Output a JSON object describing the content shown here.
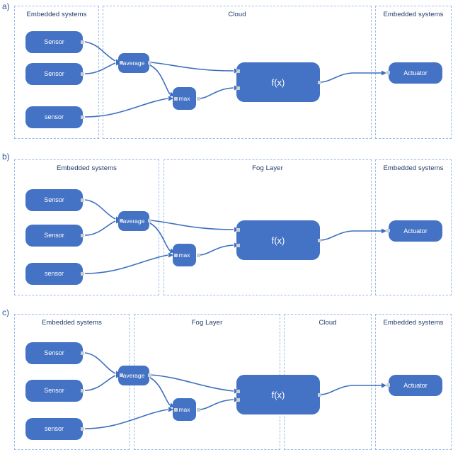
{
  "figure": {
    "type": "architecture-diagram",
    "panel_count": 3,
    "accent_color": "#4472C4",
    "edge_color": "#3d6fbf",
    "zone_border_color": "#9dbbe8",
    "label_color": "#1f3864"
  },
  "panels": [
    {
      "letter": "a)",
      "zones": [
        {
          "label": "Embedded systems"
        },
        {
          "label": "Cloud"
        },
        {
          "label": "Embedded systems"
        }
      ],
      "nodes": {
        "sensor1": "Sensor",
        "sensor2": "Sensor",
        "sensor3": "sensor",
        "average": "average",
        "max": "max",
        "fx": "f(x)",
        "actuator": "Actuator"
      }
    },
    {
      "letter": "b)",
      "zones": [
        {
          "label": "Embedded systems"
        },
        {
          "label": "Fog Layer"
        },
        {
          "label": "Embedded systems"
        }
      ],
      "nodes": {
        "sensor1": "Sensor",
        "sensor2": "Sensor",
        "sensor3": "sensor",
        "average": "average",
        "max": "max",
        "fx": "f(x)",
        "actuator": "Actuator"
      }
    },
    {
      "letter": "c)",
      "zones": [
        {
          "label": "Embedded systems"
        },
        {
          "label": "Fog Layer"
        },
        {
          "label": "Cloud"
        },
        {
          "label": "Embedded systems"
        }
      ],
      "nodes": {
        "sensor1": "Sensor",
        "sensor2": "Sensor",
        "sensor3": "sensor",
        "average": "average",
        "max": "max",
        "fx": "f(x)",
        "actuator": "Actuator"
      }
    }
  ]
}
